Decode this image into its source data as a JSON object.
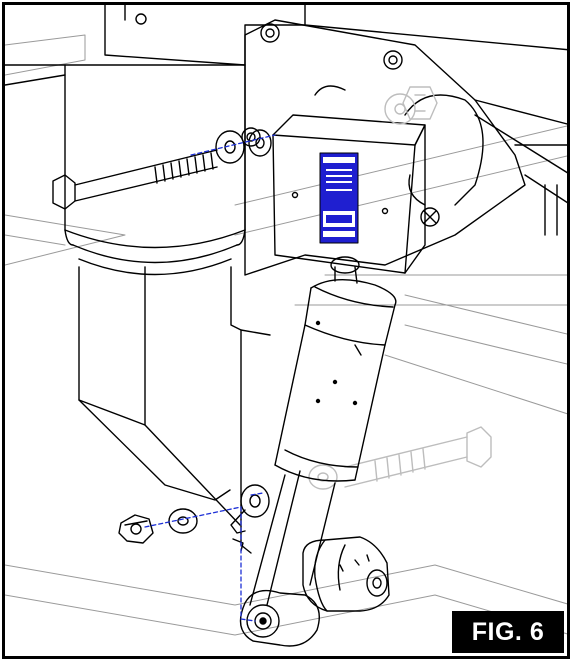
{
  "figure": {
    "label": "FIG. 6"
  },
  "colors": {
    "line": "#000000",
    "ghost": "#b8b8b8",
    "dash": "#1c2fd6",
    "label_bg": "#1f1fd0",
    "badge_bg": "#000000",
    "badge_text": "#ffffff"
  },
  "parts": [
    "upper-mount-bracket",
    "mounting-bolt",
    "flat-washer",
    "shock-absorber",
    "lower-bushing-eye",
    "lock-nut",
    "air-spring-bellows",
    "frame-rail"
  ]
}
